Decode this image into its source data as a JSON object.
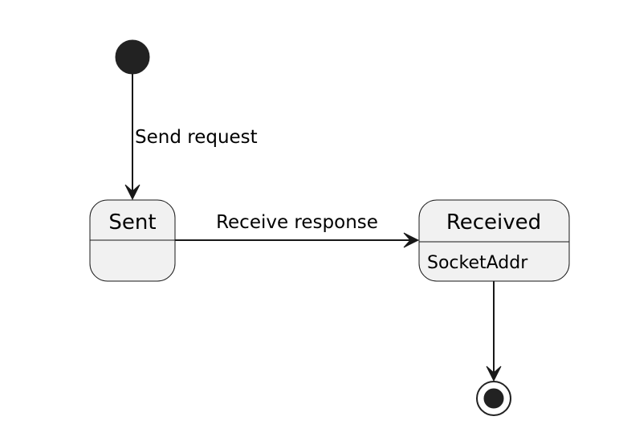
{
  "diagram": {
    "states": {
      "sent": {
        "name": "Sent",
        "body": ""
      },
      "received": {
        "name": "Received",
        "body": "SocketAddr"
      }
    },
    "transitions": {
      "start_to_sent": "Send request",
      "sent_to_received": "Receive response"
    },
    "colors": {
      "line": "#181818",
      "state_fill": "#f1f1f1",
      "node_fill": "#222222",
      "background": "#ffffff"
    }
  }
}
